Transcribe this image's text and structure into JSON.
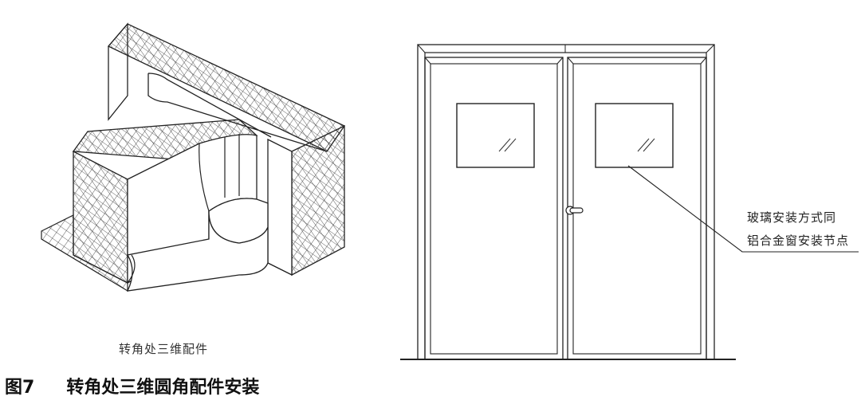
{
  "left_figure": {
    "caption": "转角处三维配件"
  },
  "figure_caption": {
    "number": "图7",
    "title": "转角处三维圆角配件安装"
  },
  "door_drawing": {
    "annotation_line_1": "玻璃安装方式同",
    "annotation_line_2": "铝合金窗安装节点"
  }
}
